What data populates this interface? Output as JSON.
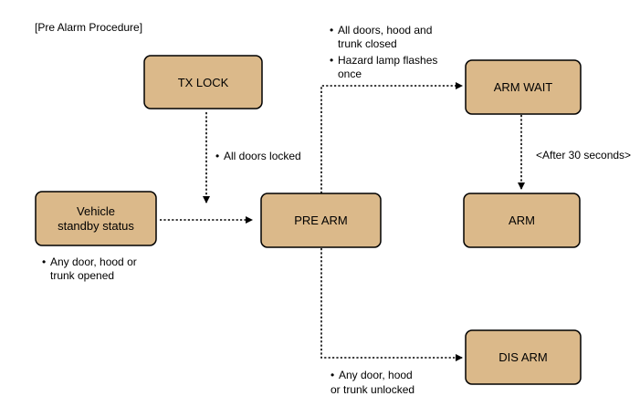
{
  "title": "[Pre Alarm Procedure]",
  "nodes": {
    "tx_lock": "TX LOCK",
    "standby_line1": "Vehicle",
    "standby_line2": "standby status",
    "pre_arm": "PRE ARM",
    "arm_wait": "ARM WAIT",
    "arm": "ARM",
    "dis_arm": "DIS ARM"
  },
  "notes": {
    "doors_locked": "All doors locked",
    "standby_cond_line1": "Any door, hood or",
    "standby_cond_line2": "trunk opened",
    "closed_line1": "All doors, hood and",
    "closed_line2": "trunk closed",
    "hazard_line1": "Hazard lamp flashes",
    "hazard_line2": "once",
    "after_30": "<After 30 seconds>",
    "unlocked_line1": "Any door, hood",
    "unlocked_line2": "or trunk unlocked"
  },
  "colors": {
    "box_fill": "#dbb98a",
    "stroke": "#000000"
  }
}
